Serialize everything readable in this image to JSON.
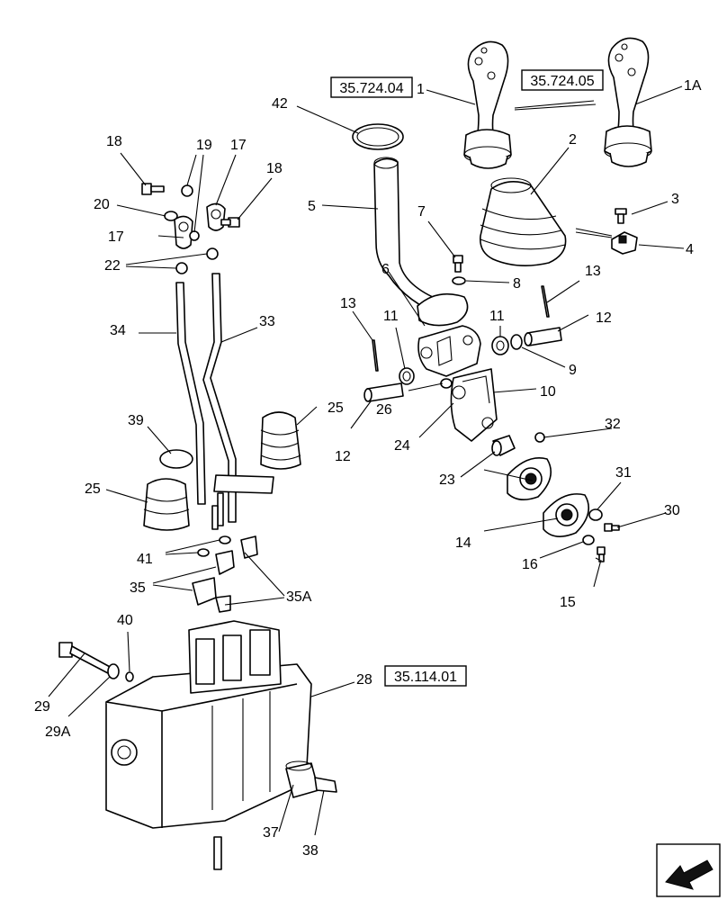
{
  "references": [
    {
      "id": "ref-1",
      "text": "35.724.04"
    },
    {
      "id": "ref-2",
      "text": "35.724.05"
    },
    {
      "id": "ref-3",
      "text": "35.114.01"
    }
  ],
  "callouts": [
    {
      "id": "c1",
      "text": "1"
    },
    {
      "id": "c1a",
      "text": "1A"
    },
    {
      "id": "c2",
      "text": "2"
    },
    {
      "id": "c3",
      "text": "3"
    },
    {
      "id": "c4",
      "text": "4"
    },
    {
      "id": "c5",
      "text": "5"
    },
    {
      "id": "c6",
      "text": "6"
    },
    {
      "id": "c7",
      "text": "7"
    },
    {
      "id": "c8",
      "text": "8"
    },
    {
      "id": "c9",
      "text": "9"
    },
    {
      "id": "c10",
      "text": "10"
    },
    {
      "id": "c11a",
      "text": "11"
    },
    {
      "id": "c11b",
      "text": "11"
    },
    {
      "id": "c12a",
      "text": "12"
    },
    {
      "id": "c12b",
      "text": "12"
    },
    {
      "id": "c13a",
      "text": "13"
    },
    {
      "id": "c13b",
      "text": "13"
    },
    {
      "id": "c14",
      "text": "14"
    },
    {
      "id": "c15",
      "text": "15"
    },
    {
      "id": "c16",
      "text": "16"
    },
    {
      "id": "c17a",
      "text": "17"
    },
    {
      "id": "c17b",
      "text": "17"
    },
    {
      "id": "c18a",
      "text": "18"
    },
    {
      "id": "c18b",
      "text": "18"
    },
    {
      "id": "c19",
      "text": "19"
    },
    {
      "id": "c20",
      "text": "20"
    },
    {
      "id": "c22",
      "text": "22"
    },
    {
      "id": "c23",
      "text": "23"
    },
    {
      "id": "c24",
      "text": "24"
    },
    {
      "id": "c25a",
      "text": "25"
    },
    {
      "id": "c25b",
      "text": "25"
    },
    {
      "id": "c26",
      "text": "26"
    },
    {
      "id": "c28",
      "text": "28"
    },
    {
      "id": "c29",
      "text": "29"
    },
    {
      "id": "c29a",
      "text": "29A"
    },
    {
      "id": "c30",
      "text": "30"
    },
    {
      "id": "c31",
      "text": "31"
    },
    {
      "id": "c32",
      "text": "32"
    },
    {
      "id": "c33",
      "text": "33"
    },
    {
      "id": "c34",
      "text": "34"
    },
    {
      "id": "c35",
      "text": "35"
    },
    {
      "id": "c35a",
      "text": "35A"
    },
    {
      "id": "c37",
      "text": "37"
    },
    {
      "id": "c38",
      "text": "38"
    },
    {
      "id": "c39",
      "text": "39"
    },
    {
      "id": "c40",
      "text": "40"
    },
    {
      "id": "c41",
      "text": "41"
    },
    {
      "id": "c42",
      "text": "42"
    }
  ],
  "icons": {
    "navigation": "previous-page-arrow-icon"
  }
}
